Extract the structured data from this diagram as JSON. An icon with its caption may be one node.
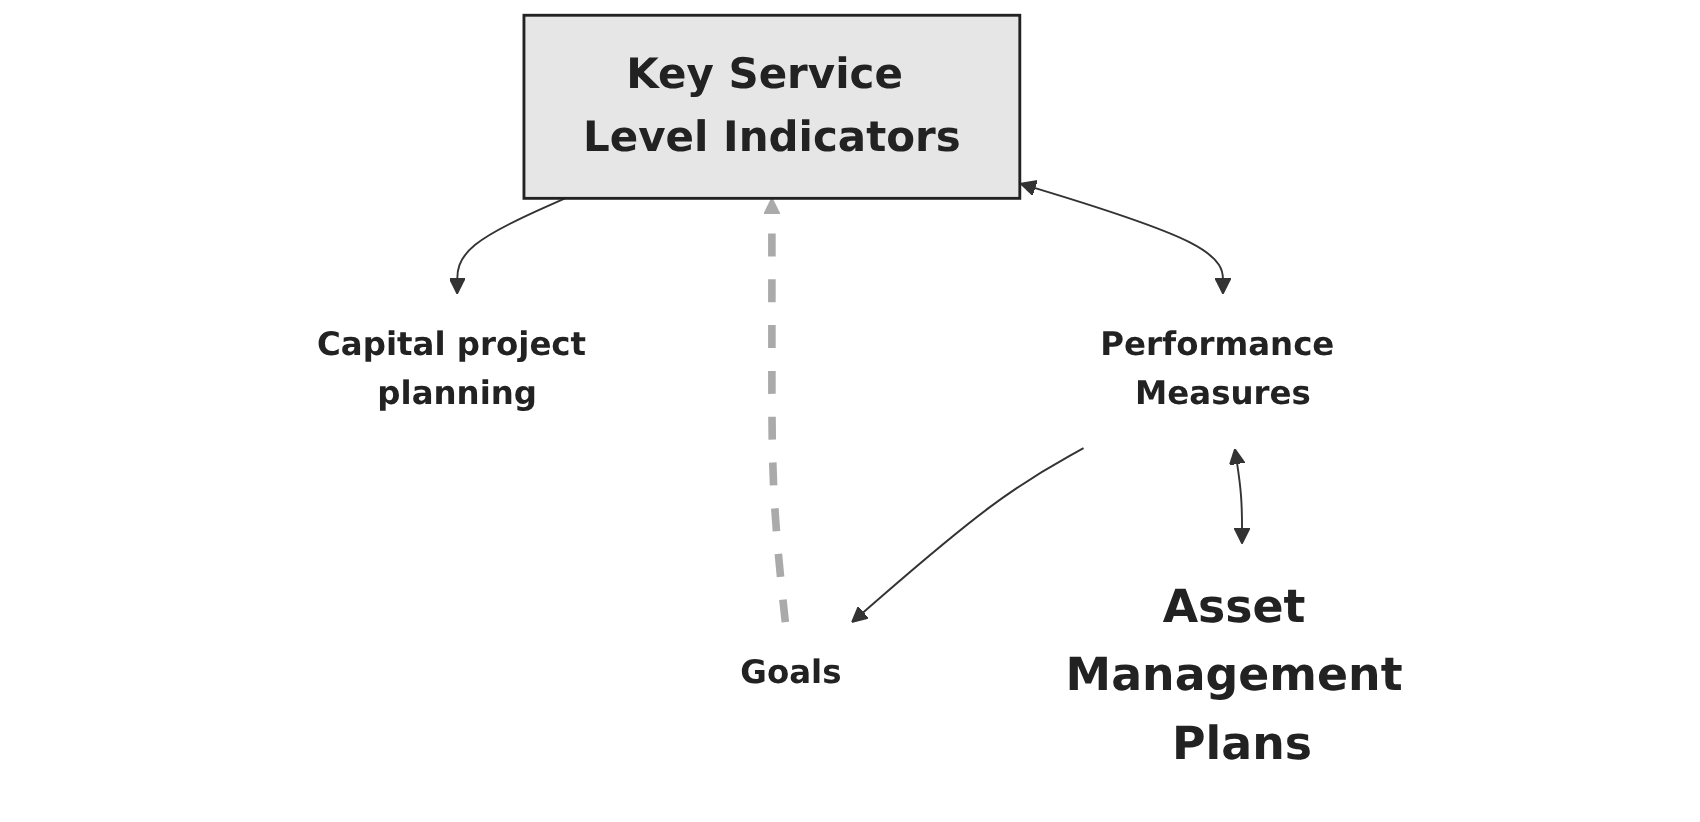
{
  "diagram": {
    "nodes": [
      {
        "text": [
          "Key Service Level Indicators"
        ]
      },
      {
        "text": [
          "Capital project planning"
        ]
      },
      {
        "text": [
          "Performance Measures"
        ]
      },
      {
        "text": [
          "Goals"
        ]
      },
      {
        "text": [
          "Asset Management Plans"
        ]
      }
    ],
    "edges": [
      {
        "from": 0,
        "to": 1,
        "arrow": "to"
      },
      {
        "from": 0,
        "to": 2,
        "arrow": "both"
      },
      {
        "from": 2,
        "to": 3,
        "arrow": "to"
      },
      {
        "from": 2,
        "to": 4,
        "arrow": "both"
      },
      {
        "from": 3,
        "to": 0,
        "arrow": "to",
        "style": "dashed",
        "color": "#aaaaaa"
      }
    ]
  }
}
